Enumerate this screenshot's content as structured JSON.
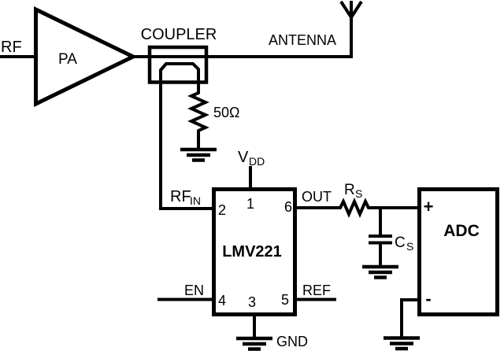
{
  "colors": {
    "ink": "#000000",
    "background": "#ffffff"
  },
  "schematic": {
    "input": {
      "rf": "RF",
      "pa": "PA"
    },
    "coupler": {
      "label": "COUPLER",
      "termination": "50Ω"
    },
    "antenna": {
      "label": "ANTENNA"
    },
    "detector_ic": {
      "name": "LMV221",
      "pin_numbers": {
        "p1": "1",
        "p2": "2",
        "p3": "3",
        "p4": "4",
        "p5": "5",
        "p6": "6"
      },
      "pin_labels": {
        "vdd_main": "V",
        "vdd_sub": "DD",
        "rfin_main": "RF",
        "rfin_sub": "IN",
        "out": "OUT",
        "en": "EN",
        "ref": "REF",
        "gnd": "GND"
      }
    },
    "output_filter": {
      "rs_main": "R",
      "rs_sub": "S",
      "cs_main": "C",
      "cs_sub": "S"
    },
    "adc": {
      "name": "ADC",
      "plus": "+",
      "minus": "-"
    }
  }
}
